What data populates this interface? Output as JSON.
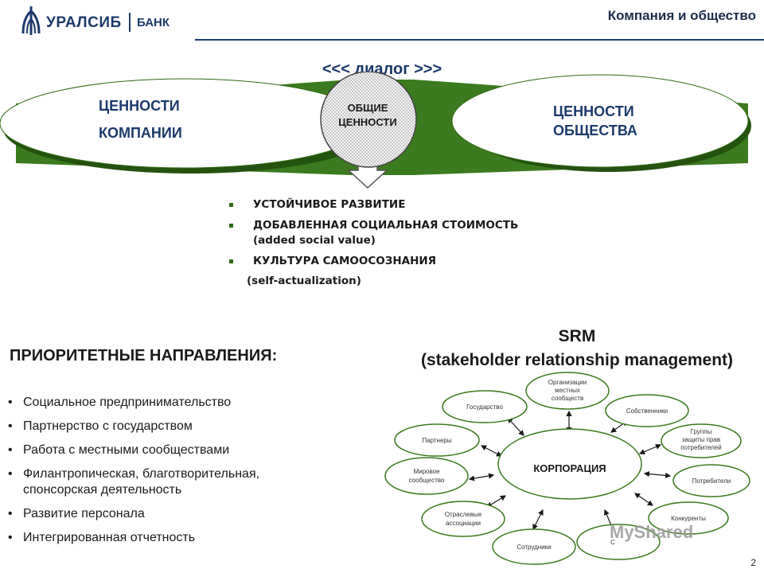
{
  "header": {
    "logo_name": "УРАЛСИБ",
    "logo_bank": "БАНК",
    "title": "Компания и общество"
  },
  "dialog": {
    "title": "<<< диалог >>>",
    "values_company": [
      "ЦЕННОСТИ",
      "КОМПАНИИ"
    ],
    "values_society": [
      "ЦЕННОСТИ",
      "ОБЩЕСТВА"
    ],
    "common_values": [
      "ОБЩИЕ",
      "ЦЕННОСТИ"
    ]
  },
  "outcomes": {
    "items": [
      {
        "line1": "УСТОЙЧИВОЕ РАЗВИТИЕ",
        "line2": ""
      },
      {
        "line1": "ДОБАВЛЕННАЯ СОЦИАЛЬНАЯ СТОИМОСТЬ",
        "line2": "(added social value)"
      },
      {
        "line1": "КУЛЬТУРА САМООСОЗНАНИЯ",
        "line2": ""
      }
    ],
    "extra": "(self-actualization)"
  },
  "priorities": {
    "title": "ПРИОРИТЕТНЫЕ НАПРАВЛЕНИЯ:",
    "items": [
      "Социальное предпринимательство",
      "Партнерство с государством",
      "Работа с местными сообществами",
      "Филантропическая, благотворительная, спонсорская деятельность",
      "Развитие персонала",
      "Интегрированная отчетность"
    ]
  },
  "srm": {
    "title": "SRM",
    "subtitle": "(stakeholder relationship management)",
    "center": "КОРПОРАЦИЯ",
    "nodes": {
      "state": "Государство",
      "communities": [
        "Организации",
        "местных",
        "сообществ"
      ],
      "owners": "Собственники",
      "partners": "Партнеры",
      "consumer_groups": [
        "Группы",
        "защиты прав",
        "потребителей"
      ],
      "world": [
        "Мировое",
        "сообщество"
      ],
      "consumers": "Потребители",
      "associations": [
        "Отраслевые",
        "ассоциации"
      ],
      "competitors": "Конкуренты",
      "employees": "Сотрудники",
      "bottom_partial": "С"
    }
  },
  "footer": {
    "page_number": "2",
    "watermark": "MyShared"
  },
  "colors": {
    "brand": "#1b3a6b",
    "green": "#3b7a1e",
    "dark_green": "#24520f"
  }
}
